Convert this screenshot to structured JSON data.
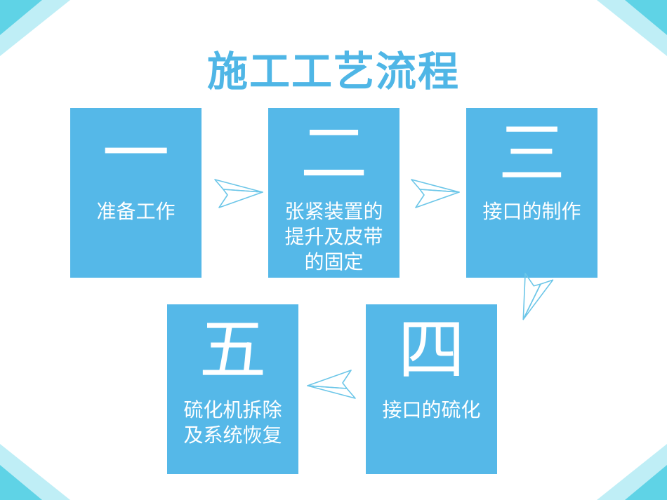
{
  "title": "施工工艺流程",
  "colors": {
    "title": "#4fb6e6",
    "box": "#55b8e8",
    "box_text": "#ffffff",
    "arrow_stroke": "#6cc6e8",
    "corner_light": "#bfeef6",
    "corner_dark": "#5fd3e6"
  },
  "steps": [
    {
      "numeral": "一",
      "label": "准备工作"
    },
    {
      "numeral": "二",
      "label": "张紧装置的\n提升及皮带\n的固定"
    },
    {
      "numeral": "三",
      "label": "接口的制作"
    },
    {
      "numeral": "四",
      "label": "接口的硫化"
    },
    {
      "numeral": "五",
      "label": "硫化机拆除\n及系统恢复"
    }
  ],
  "icons": {
    "arrow": "paper-plane-arrow-icon",
    "corner": "corner-triangle-icon"
  }
}
